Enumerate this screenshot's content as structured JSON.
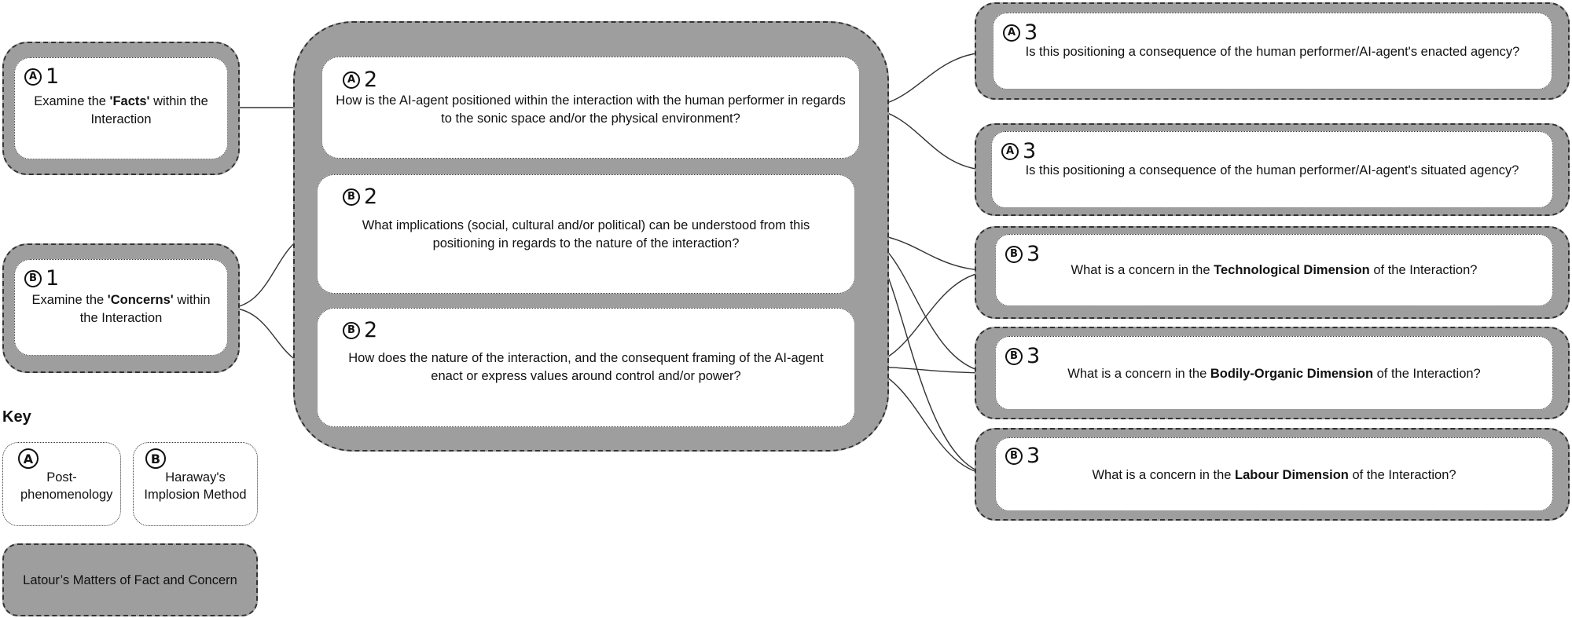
{
  "boxes": {
    "a1": {
      "letter": "A",
      "num": "1",
      "pre": "Examine the ",
      "bold": "'Facts'",
      "post": " within the Interaction"
    },
    "b1": {
      "letter": "B",
      "num": "1",
      "pre": "Examine the ",
      "bold": "'Concerns'",
      "post": " within the Interaction"
    },
    "a2": {
      "letter": "A",
      "num": "2",
      "text": "How is the AI-agent positioned within the interaction with the human performer in regards to the sonic space and/or the physical environment?"
    },
    "b2a": {
      "letter": "B",
      "num": "2",
      "text": "What implications (social, cultural and/or political) can be understood from this positioning in regards to the nature of the interaction?"
    },
    "b2b": {
      "letter": "B",
      "num": "2",
      "text": "How does the nature of the interaction, and the consequent framing of the AI-agent enact or express values around control and/or power?"
    },
    "a3a": {
      "letter": "A",
      "num": "3",
      "text": "Is this positioning a consequence of the human performer/AI-agent's enacted agency?"
    },
    "a3b": {
      "letter": "A",
      "num": "3",
      "text": "Is this positioning a consequence of the human performer/AI-agent's situated agency?"
    },
    "b3a": {
      "letter": "B",
      "num": "3",
      "pre": "What is a concern in the ",
      "bold": "Technological Dimension",
      "post": " of the Interaction?"
    },
    "b3b": {
      "letter": "B",
      "num": "3",
      "pre": "What is a concern in the ",
      "bold": "Bodily-Organic Dimension",
      "post": " of the Interaction?"
    },
    "b3c": {
      "letter": "B",
      "num": "3",
      "pre": "What is a concern in the ",
      "bold": "Labour Dimension",
      "post": " of the Interaction?"
    }
  },
  "key": {
    "title": "Key",
    "a_letter": "A",
    "a_label": "Post-phenomenology",
    "b_letter": "B",
    "b_label": "Haraway's Implosion Method",
    "latour_label": "Latour’s Matters of Fact and Concern"
  },
  "colors": {
    "outer_fill": "#9e9e9e",
    "line": "#333333",
    "inner_fill": "#ffffff"
  }
}
